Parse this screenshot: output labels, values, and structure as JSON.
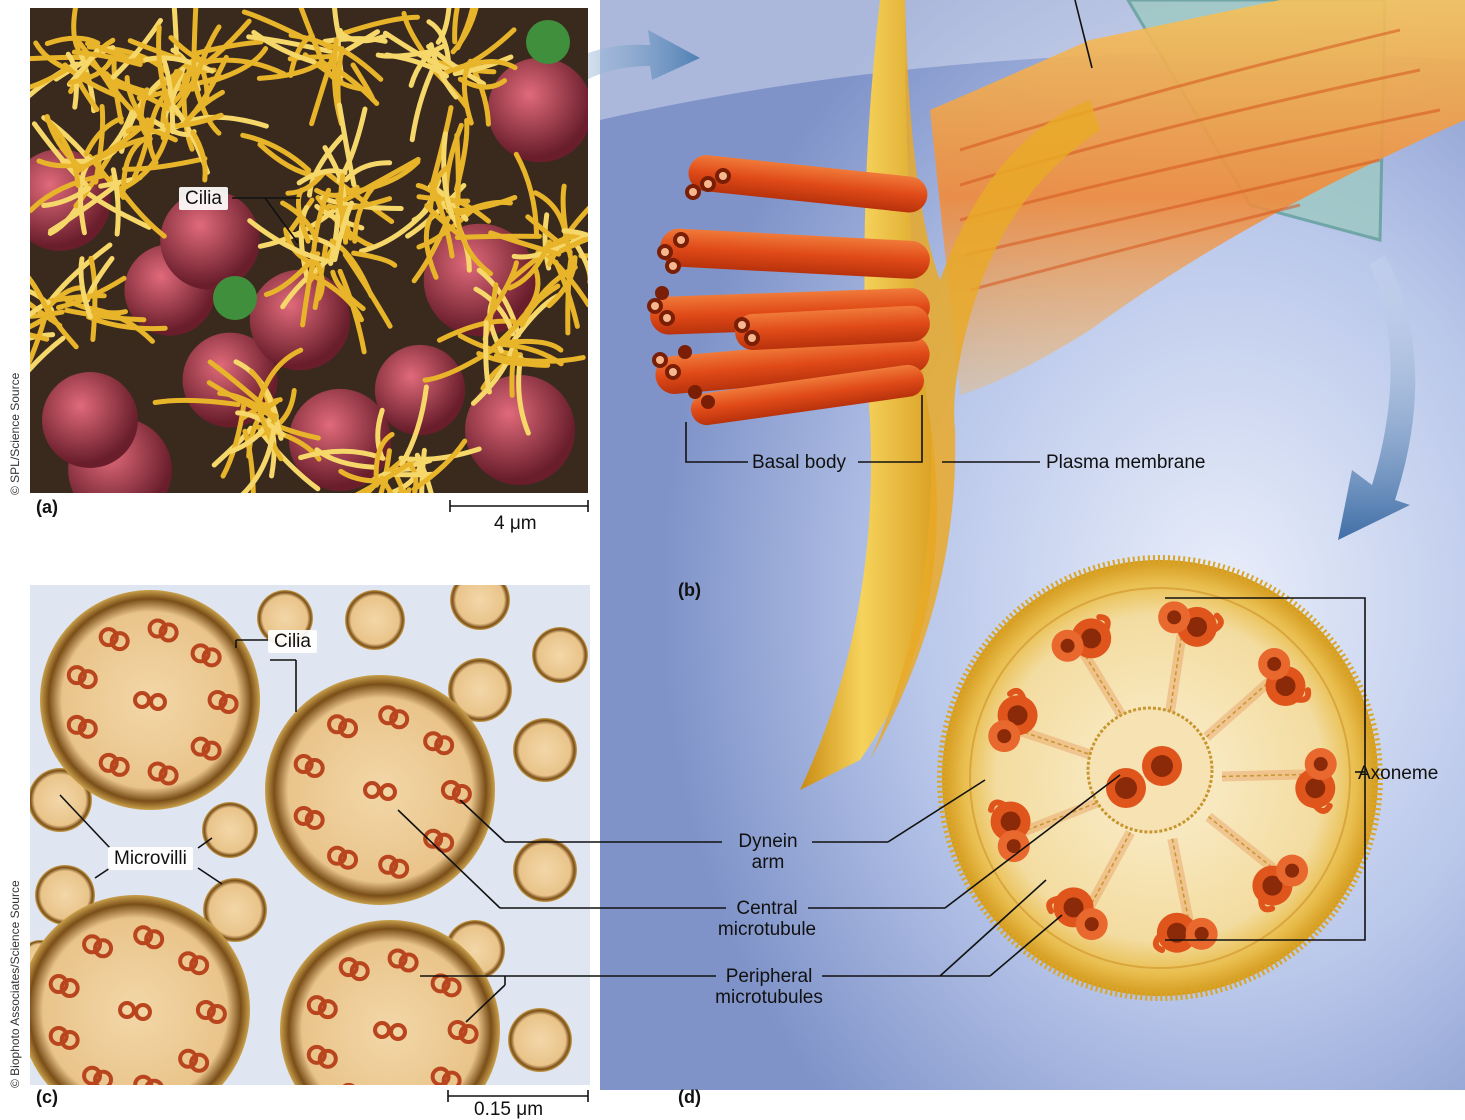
{
  "panels": {
    "a": "(a)",
    "b": "(b)",
    "c": "(c)",
    "d": "(d)"
  },
  "labels": {
    "cilia_a": "Cilia",
    "cilia_c": "Cilia",
    "microvilli": "Microvilli",
    "basal_body": "Basal body",
    "plasma_membrane": "Plasma membrane",
    "dynein_arm_1": "Dynein",
    "dynein_arm_2": "arm",
    "central_1": "Central",
    "central_2": "microtubule",
    "peripheral_1": "Peripheral",
    "peripheral_2": "microtubules",
    "axoneme": "Axoneme"
  },
  "scale_bars": {
    "a": "4 μm",
    "c": "0.15 μm"
  },
  "credits": {
    "a": "© SPL/Science Source",
    "c": "© Biophoto Associates/Science Source"
  },
  "colors": {
    "cilia_yellow": "#e8b52a",
    "cell_red": "#a83a4a",
    "microtubule_orange": "#e2561c",
    "membrane_gold": "#efc34a",
    "background_blue": "#9fb0da",
    "tem_background": "#dfe5f1",
    "tem_wall": "#8a5a1e"
  }
}
